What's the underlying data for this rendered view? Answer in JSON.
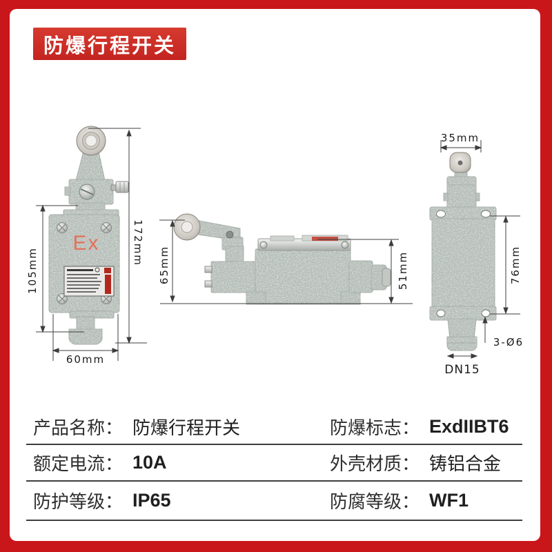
{
  "badge": {
    "label": "防爆行程开关"
  },
  "colors": {
    "frame_red": "#c9161b",
    "badge_red": "#d63a2e",
    "ex_mark_red": "#e5705c",
    "device_gray": "#d7dbd7",
    "table_line": "#3d3d3d"
  },
  "views": {
    "front": {
      "name": "front-view",
      "ex_mark": "Ex",
      "dim_total_height": "172mm",
      "dim_body_height": "105mm",
      "dim_width": "60mm"
    },
    "side": {
      "name": "side-view",
      "dim_lever_height": "65mm",
      "dim_body_height": "51mm"
    },
    "back": {
      "name": "back-view",
      "dim_top_width": "35mm",
      "dim_hole_spacing": "76mm",
      "dim_mount_holes": "3-Ø6",
      "dim_thread": "DN15"
    }
  },
  "spec_table": {
    "rows": [
      [
        {
          "label": "产品名称：",
          "value": "防爆行程开关"
        },
        {
          "label": "防爆标志：",
          "value": "ExdIIBT6"
        }
      ],
      [
        {
          "label": "额定电流：",
          "value": "10A"
        },
        {
          "label": "外壳材质：",
          "value": "铸铝合金"
        }
      ],
      [
        {
          "label": "防护等级：",
          "value": "IP65"
        },
        {
          "label": "防腐等级：",
          "value": "WF1"
        }
      ]
    ]
  }
}
